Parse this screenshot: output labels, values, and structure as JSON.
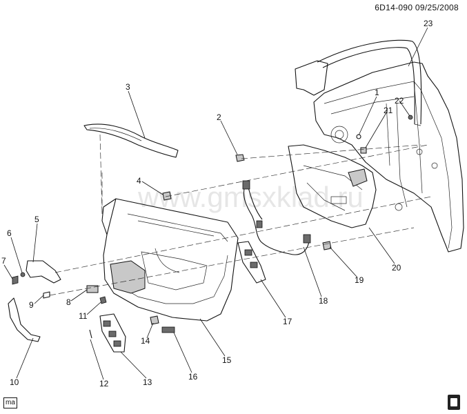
{
  "header": {
    "code": "6D14-090  09/25/2008"
  },
  "watermark": "www.gmsxklad.ru",
  "footer": {
    "badge": "ma"
  },
  "callouts": [
    {
      "id": "c1",
      "label": "1"
    },
    {
      "id": "c2",
      "label": "2"
    },
    {
      "id": "c3",
      "label": "3"
    },
    {
      "id": "c4",
      "label": "4"
    },
    {
      "id": "c5",
      "label": "5"
    },
    {
      "id": "c6",
      "label": "6"
    },
    {
      "id": "c7",
      "label": "7"
    },
    {
      "id": "c8",
      "label": "8"
    },
    {
      "id": "c9",
      "label": "9"
    },
    {
      "id": "c10",
      "label": "10"
    },
    {
      "id": "c11",
      "label": "11"
    },
    {
      "id": "c12",
      "label": "12"
    },
    {
      "id": "c13",
      "label": "13"
    },
    {
      "id": "c14",
      "label": "14"
    },
    {
      "id": "c15",
      "label": "15"
    },
    {
      "id": "c16",
      "label": "16"
    },
    {
      "id": "c17",
      "label": "17"
    },
    {
      "id": "c18",
      "label": "18"
    },
    {
      "id": "c19",
      "label": "19"
    },
    {
      "id": "c20",
      "label": "20"
    },
    {
      "id": "c21",
      "label": "21"
    },
    {
      "id": "c22",
      "label": "22"
    },
    {
      "id": "c23",
      "label": "23"
    }
  ]
}
